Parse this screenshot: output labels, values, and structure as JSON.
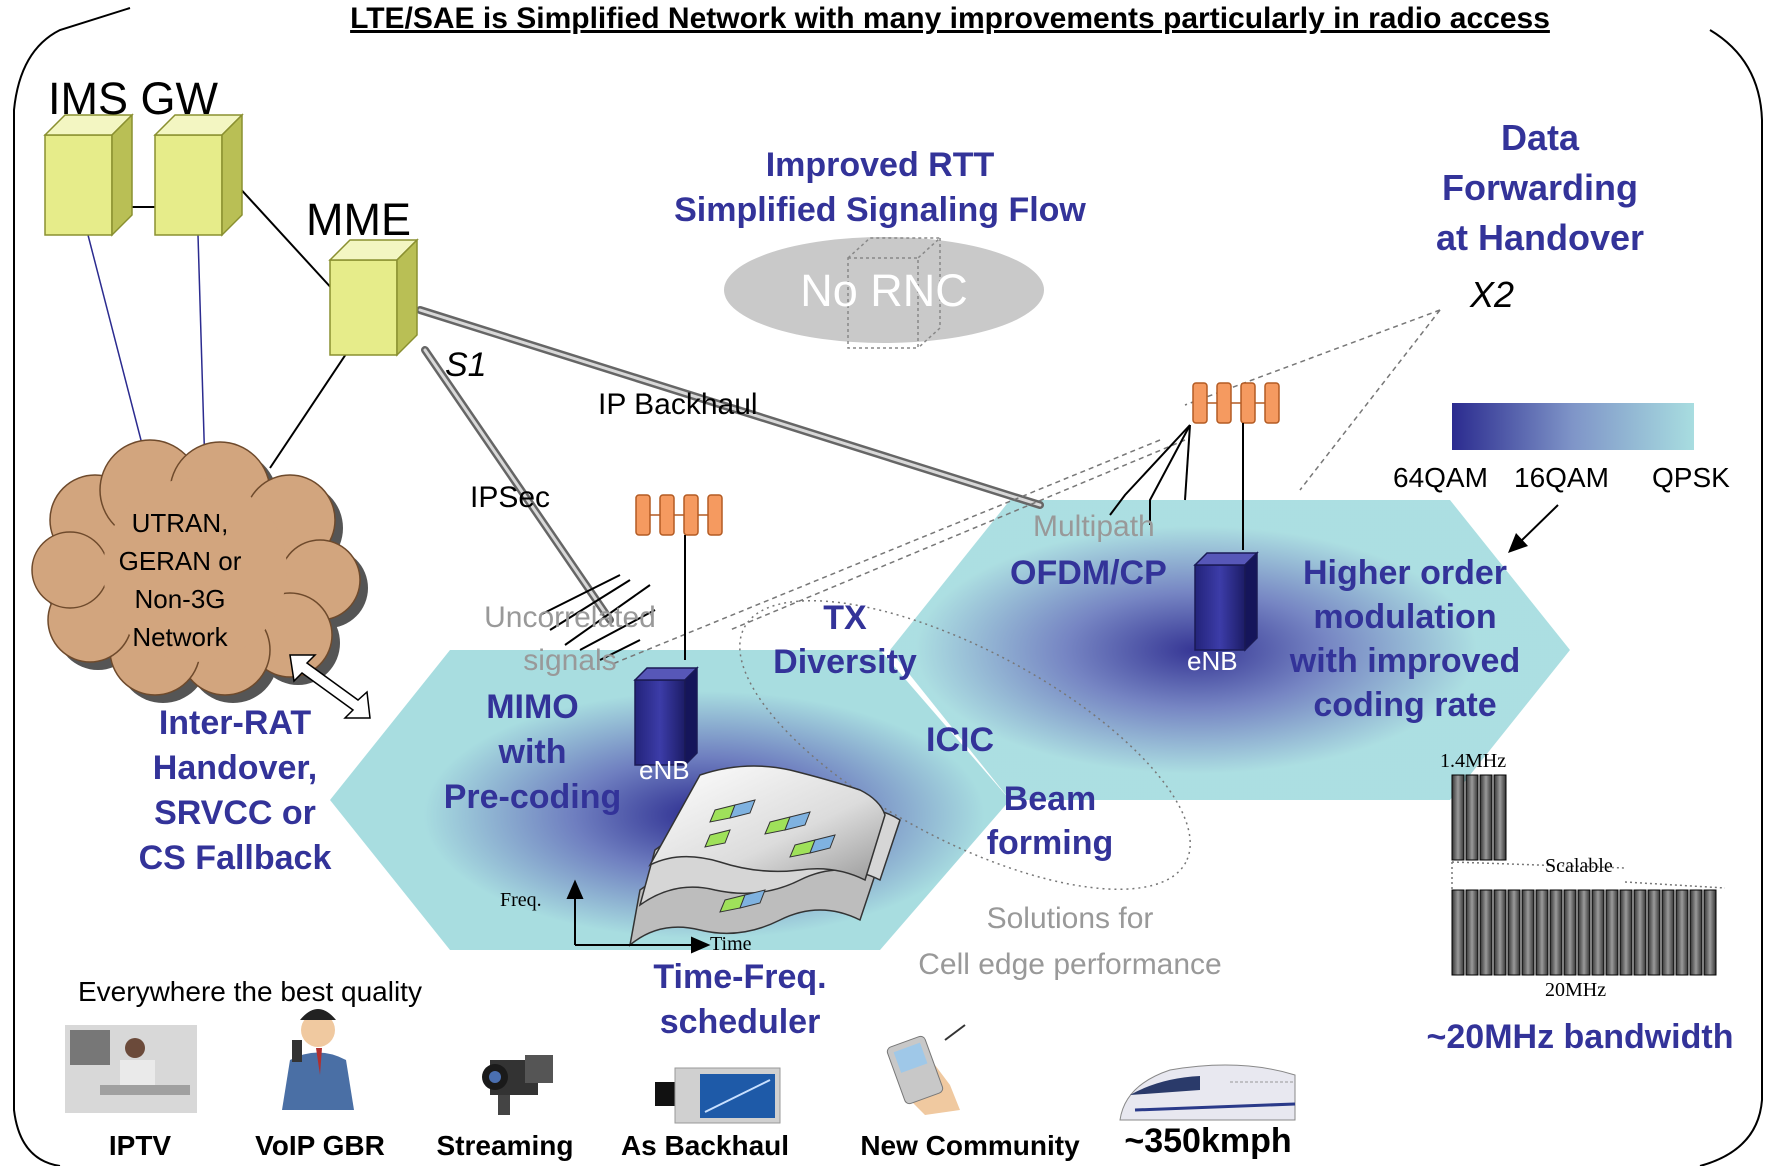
{
  "title": "LTE/SAE is Simplified Network with many improvements particularly in radio access",
  "core": {
    "ims_gw": "IMS GW",
    "mme": "MME",
    "s1": "S1",
    "ip_backhaul": "IP Backhaul",
    "ipsec": "IPSec",
    "x2": "X2"
  },
  "rtt": {
    "line1": "Improved RTT",
    "line2": "Simplified Signaling Flow",
    "no_rnc": "No RNC"
  },
  "data_forwarding": [
    "Data",
    "Forwarding",
    "at Handover"
  ],
  "legacy_cloud": [
    "UTRAN,",
    "GERAN or",
    "Non-3G",
    "Network"
  ],
  "inter_rat": [
    "Inter-RAT",
    "Handover,",
    "SRVCC or",
    "CS Fallback"
  ],
  "modulation_bar": {
    "labels": [
      "64QAM",
      "16QAM",
      "QPSK"
    ],
    "colors": [
      "#2b2b8f",
      "#a8dde0"
    ]
  },
  "left_cell": {
    "uncorrelated": [
      "Uncorrelated",
      "signals"
    ],
    "mimo": [
      "MIMO",
      "with",
      "Pre-coding"
    ],
    "enb": "eNB",
    "freq": "Freq.",
    "time": "Time",
    "scheduler": [
      "Time-Freq.",
      "scheduler"
    ]
  },
  "right_cell": {
    "multipath": "Multipath",
    "ofdm": "OFDM/CP",
    "enb": "eNB",
    "higher_order": [
      "Higher order",
      "modulation",
      "with improved",
      "coding rate"
    ]
  },
  "cell_edge": {
    "tx_diversity": [
      "TX",
      "Diversity"
    ],
    "icic": "ICIC",
    "beam": [
      "Beam",
      "forming"
    ],
    "solutions": [
      "Solutions for",
      "Cell edge performance"
    ]
  },
  "bandwidth": {
    "top_label": "1.4MHz",
    "scalable": "Scalable",
    "bottom_label": "20MHz",
    "caption": "~20MHz bandwidth"
  },
  "services": {
    "heading": "Everywhere the best quality",
    "items": [
      "IPTV",
      "VoIP GBR",
      "Streaming",
      "As Backhaul",
      "New Community",
      "~350kmph"
    ]
  },
  "colors": {
    "accent_blue": "#333399",
    "cell_fill": "#a8dde0",
    "cell_core": "#2b2b8f",
    "node_fill": "#e6ec8a",
    "cloud_fill": "#d2a57e",
    "antenna_fill": "#f59a60"
  }
}
